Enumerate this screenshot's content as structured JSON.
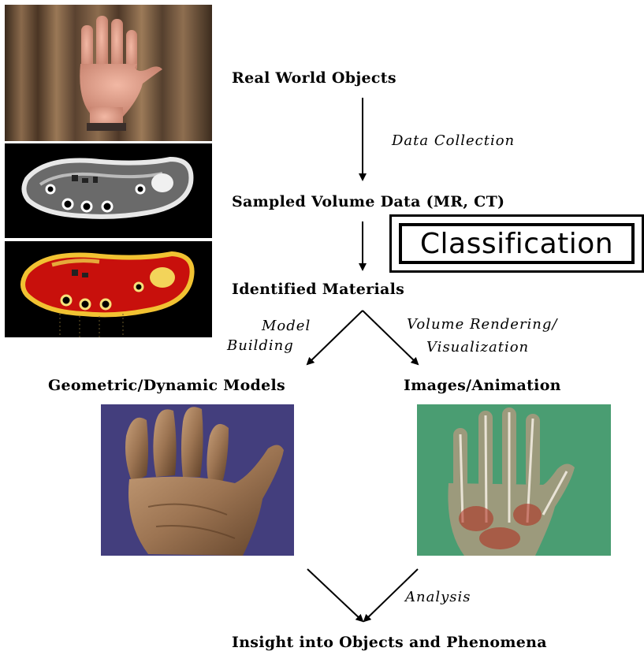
{
  "nodes": {
    "real_world": "Real World Objects",
    "sampled": "Sampled Volume Data (MR, CT)",
    "identified": "Identified Materials",
    "geometric": "Geometric/Dynamic Models",
    "images": "Images/Animation",
    "insight": "Insight into Objects and Phenomena"
  },
  "edges": {
    "data_collection": "Data Collection",
    "model_building_1": "Model",
    "model_building_2": "Building",
    "volume_rendering_1": "Volume Rendering/",
    "volume_rendering_2": "Visualization",
    "analysis": "Analysis"
  },
  "highlight": {
    "classification": "Classification"
  },
  "images": {
    "photo_hand": "photo of a raised hand",
    "mri_slice": "MR cross-section of a wrist",
    "classified_slice": "color-classified cross-section",
    "geometric_model": "rendered surface model of a hand",
    "volume_render": "volume-rendered translucent hand"
  },
  "colors": {
    "model_background": "#433e7d",
    "render_background": "#4a9d72",
    "mri_background": "#000000",
    "classified_red": "#c8100c"
  }
}
